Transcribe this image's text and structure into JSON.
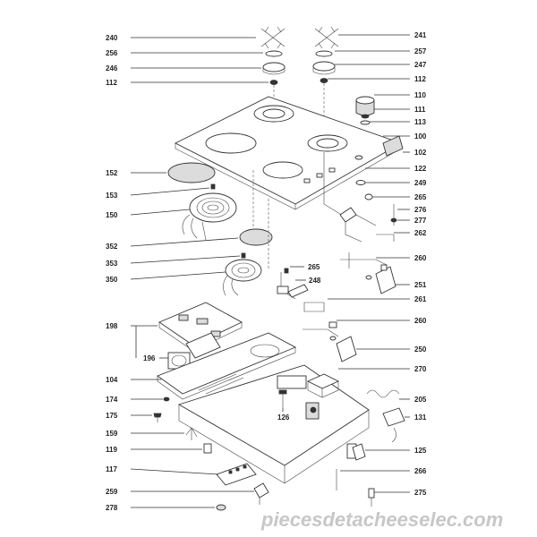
{
  "watermark": "piecesdetacheeselec.com",
  "labels": {
    "240": "240",
    "256": "256",
    "246": "246",
    "112a": "112",
    "241": "241",
    "257": "257",
    "247": "247",
    "112b": "112",
    "110": "110",
    "111": "111",
    "113": "113",
    "100": "100",
    "102": "102",
    "152": "152",
    "122": "122",
    "153": "153",
    "249": "249",
    "265a": "265",
    "150": "150",
    "276": "276",
    "277": "277",
    "262": "262",
    "352": "352",
    "260a": "260",
    "353": "353",
    "265b": "265",
    "350": "350",
    "248": "248",
    "251": "251",
    "261": "261",
    "198": "198",
    "260b": "260",
    "196": "196",
    "250": "250",
    "104": "104",
    "270": "270",
    "174": "174",
    "205": "205",
    "175": "175",
    "126": "126",
    "131": "131",
    "159": "159",
    "125": "125",
    "119": "119",
    "117": "117",
    "266": "266",
    "259": "259",
    "275": "275",
    "278": "278"
  }
}
